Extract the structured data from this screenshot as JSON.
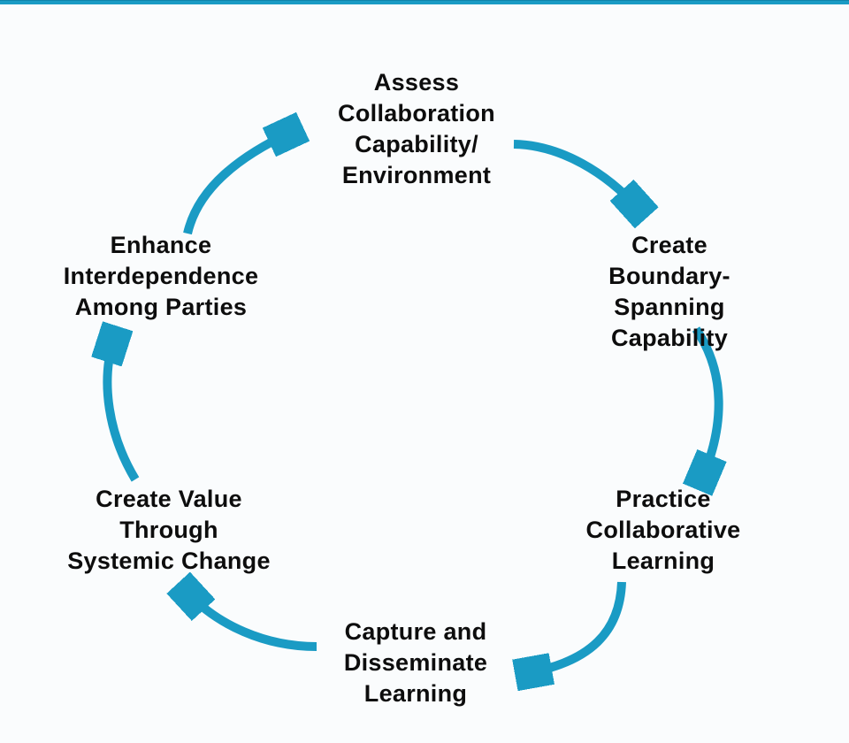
{
  "page": {
    "background_color": "#fafcfd",
    "accent_color": "#1a9bc4",
    "text_color": "#0d0d0d",
    "top_accent_bar": "full-width teal rule at top edge"
  },
  "diagram": {
    "type": "cycle",
    "direction": "clockwise",
    "node_count": 6,
    "nodes": [
      {
        "id": "assess-collaboration",
        "position": "top",
        "label": "Assess\nCollaboration\nCapability/\nEnvironment"
      },
      {
        "id": "create-boundary-spanning",
        "position": "upper-right",
        "label": "Create\nBoundary-Spanning\nCapability"
      },
      {
        "id": "practice-collaborative-learning",
        "position": "lower-right",
        "label": "Practice\nCollaborative\nLearning"
      },
      {
        "id": "capture-disseminate-learning",
        "position": "bottom",
        "label": "Capture and\nDisseminate\nLearning"
      },
      {
        "id": "create-value-systemic-change",
        "position": "lower-left",
        "label": "Create Value\nThrough\nSystemic Change"
      },
      {
        "id": "enhance-interdependence",
        "position": "upper-left",
        "label": "Enhance\nInterdependence\nAmong Parties"
      }
    ],
    "arrows": [
      {
        "from": "assess-collaboration",
        "to": "create-boundary-spanning"
      },
      {
        "from": "create-boundary-spanning",
        "to": "practice-collaborative-learning"
      },
      {
        "from": "practice-collaborative-learning",
        "to": "capture-disseminate-learning"
      },
      {
        "from": "capture-disseminate-learning",
        "to": "create-value-systemic-change"
      },
      {
        "from": "create-value-systemic-change",
        "to": "enhance-interdependence"
      },
      {
        "from": "enhance-interdependence",
        "to": "assess-collaboration"
      }
    ],
    "arrow_style": {
      "color": "#1a9bc4",
      "stroke_width": 10,
      "head": "solid-triangle"
    }
  }
}
